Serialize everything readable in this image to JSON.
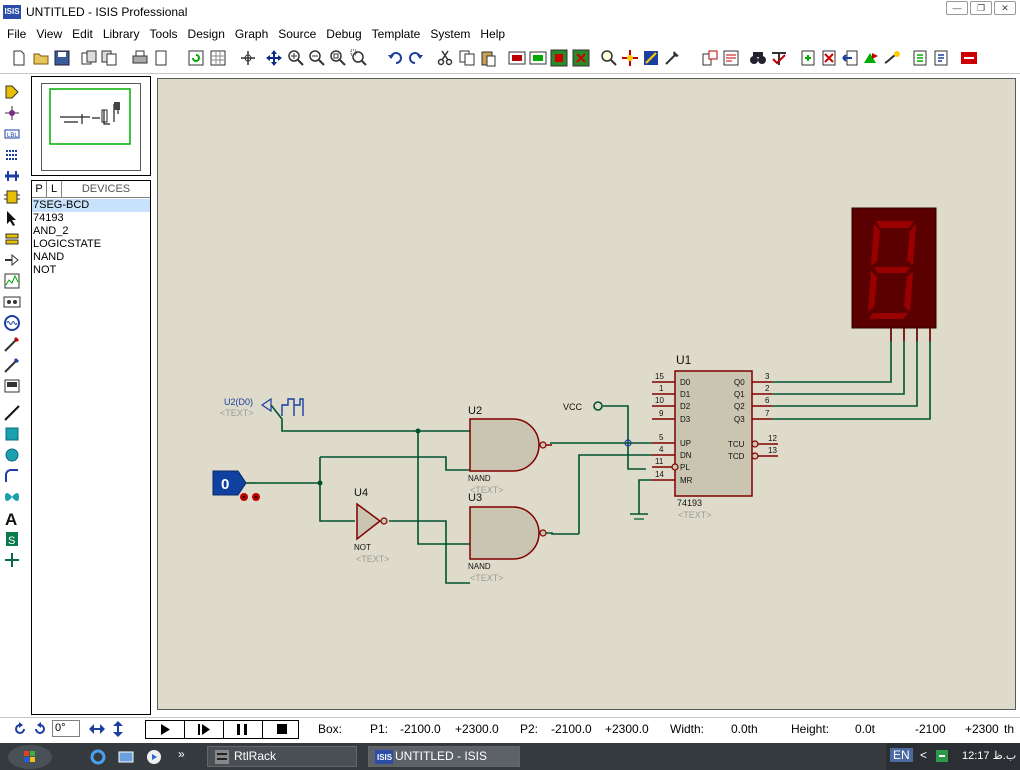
{
  "window": {
    "app_icon": "ISIS",
    "title": "UNTITLED - ISIS Professional",
    "buttons": [
      "minimize",
      "maximize",
      "close"
    ]
  },
  "menu": [
    "File",
    "View",
    "Edit",
    "Library",
    "Tools",
    "Design",
    "Graph",
    "Source",
    "Debug",
    "Template",
    "System",
    "Help"
  ],
  "device_panel": {
    "tab_p": "P",
    "tab_l": "L",
    "title": "DEVICES",
    "items": [
      "7SEG-BCD",
      "74193",
      "AND_2",
      "LOGICSTATE",
      "NAND",
      "NOT"
    ],
    "selected_index": 0
  },
  "schematic": {
    "clock_source": {
      "name": "U2(D0)",
      "text": "<TEXT>"
    },
    "logicstate": {
      "value": "0"
    },
    "vcc_label": "VCC",
    "u2": {
      "ref": "U2",
      "type": "NAND",
      "text": "<TEXT>"
    },
    "u3": {
      "ref": "U3",
      "type": "NAND",
      "text": "<TEXT>"
    },
    "u4": {
      "ref": "U4",
      "type": "NOT",
      "text": "<TEXT>"
    },
    "u1": {
      "ref": "U1",
      "part": "74193",
      "text": "<TEXT>",
      "left_pins": [
        {
          "num": "15",
          "name": "D0"
        },
        {
          "num": "1",
          "name": "D1"
        },
        {
          "num": "10",
          "name": "D2"
        },
        {
          "num": "9",
          "name": "D3"
        },
        {
          "num": "5",
          "name": "UP"
        },
        {
          "num": "4",
          "name": "DN"
        },
        {
          "num": "11",
          "name": "PL"
        },
        {
          "num": "14",
          "name": "MR"
        }
      ],
      "right_pins": [
        {
          "num": "3",
          "name": "Q0"
        },
        {
          "num": "2",
          "name": "Q1"
        },
        {
          "num": "6",
          "name": "Q2"
        },
        {
          "num": "7",
          "name": "Q3"
        },
        {
          "num": "12",
          "name": "TCU"
        },
        {
          "num": "13",
          "name": "TCD"
        }
      ]
    },
    "display_digit": "8"
  },
  "statusbar": {
    "angle": "0°",
    "box_label": "Box:",
    "p1_label": "P1:",
    "p1_x": "-2100.0",
    "p1_y": "+2300.0",
    "p2_label": "P2:",
    "p2_x": "-2100.0",
    "p2_y": "+2300.0",
    "width_label": "Width:",
    "width_value": "0.0th",
    "height_label": "Height:",
    "height_value": "0.0t",
    "coord_x": "-2100",
    "coord_y": "+2300",
    "coord_unit": "th"
  },
  "taskbar": {
    "chevron": "»",
    "tasks": [
      {
        "label": "RtlRack"
      },
      {
        "label": "UNTITLED - ISIS Prof..."
      }
    ],
    "lang": "EN",
    "tray_arrow": "<",
    "time": "12:17 ب.ظ"
  },
  "colors": {
    "sheet": "#dedbcb",
    "component_fill": "#c9c5b0",
    "component_outline": "#800000",
    "wire": "#00522e",
    "pin_label": "#000080",
    "seg_bg": "#5a0000",
    "seg_on": "#c00000",
    "logicstate": "#1040a0"
  }
}
